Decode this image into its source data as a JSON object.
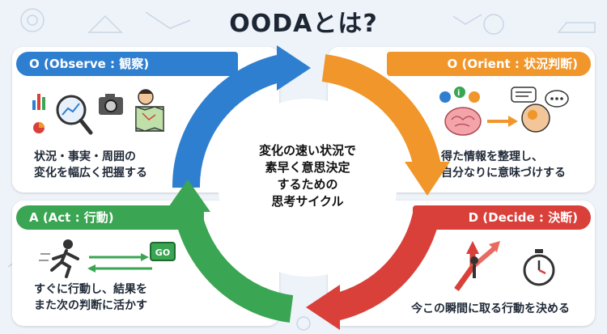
{
  "title": "OODAとは?",
  "center": {
    "lines": [
      "変化の速い状況で",
      "素早く意思決定",
      "するための",
      "思考サイクル"
    ]
  },
  "phases": {
    "observe": {
      "label": "O (Observe : 観察)",
      "desc_lines": [
        "状況・事実・周囲の",
        "変化を幅広く把握する"
      ],
      "color": "#2f7fd0"
    },
    "orient": {
      "label": "O (Orient : 状況判断)",
      "desc_lines": [
        "得た情報を整理し、",
        "自分なりに意味づけする"
      ],
      "color": "#f0962a"
    },
    "decide": {
      "label": "D (Decide : 決断)",
      "desc_lines": [
        "今この瞬間に取る行動を決める"
      ],
      "color": "#d9403a"
    },
    "act": {
      "label": "A (Act : 行動)",
      "desc_lines": [
        "すぐに行動し、結果を",
        "また次の判断に活かす"
      ],
      "color": "#3aa552",
      "go_sign": "GO"
    }
  }
}
